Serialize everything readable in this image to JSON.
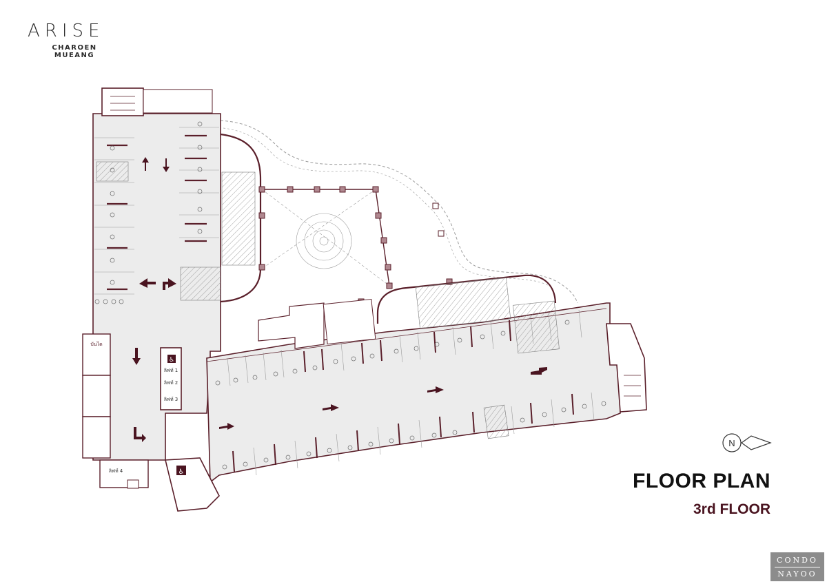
{
  "logo": {
    "main": "ARISE",
    "line1": "CHAROEN",
    "line2": "MUEANG"
  },
  "plan": {
    "title": "FLOOR PLAN",
    "subtitle": "3rd FLOOR",
    "north_label": "N",
    "lift_labels": [
      "ลิฟท์ 1",
      "ลิฟท์ 2",
      "ลิฟท์ 3",
      "ลิฟท์ 4"
    ],
    "stair_label": "บันได",
    "disabled_icon": "wheelchair-icon",
    "colors": {
      "wall": "#5a1f2a",
      "floor": "#ececec",
      "accent": "#4a1420"
    }
  },
  "watermark": {
    "line1": "CONDO",
    "line2": "NAYOO"
  }
}
